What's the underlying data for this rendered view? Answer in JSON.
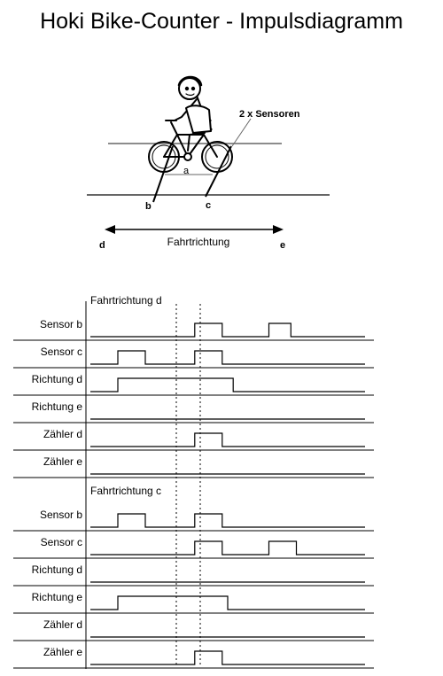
{
  "title": "Hoki Bike-Counter - Impulsdiagramm",
  "illustration": {
    "icon": "cyclist-on-bicycle-icon",
    "sensor_label": "2 x Sensoren",
    "distance_label": "a",
    "sensor_b_label": "b",
    "sensor_c_label": "c",
    "direction_left_label": "d",
    "direction_right_label": "e",
    "direction_label": "Fahrtrichtung"
  },
  "timing_diagrams": [
    {
      "heading": "Fahrtrichtung d",
      "signals": [
        {
          "label": "Sensor b",
          "pulses": [
            [
              0.38,
              0.48
            ],
            [
              0.65,
              0.73
            ]
          ]
        },
        {
          "label": "Sensor c",
          "pulses": [
            [
              0.1,
              0.2
            ],
            [
              0.38,
              0.48
            ]
          ]
        },
        {
          "label": "Richtung d",
          "pulses": [
            [
              0.1,
              0.52
            ]
          ]
        },
        {
          "label": "Richtung e",
          "pulses": []
        },
        {
          "label": "Zähler d",
          "pulses": [
            [
              0.38,
              0.48
            ]
          ]
        },
        {
          "label": "Zähler e",
          "pulses": []
        }
      ]
    },
    {
      "heading": "Fahrtrichtung c",
      "signals": [
        {
          "label": "Sensor b",
          "pulses": [
            [
              0.1,
              0.2
            ],
            [
              0.38,
              0.48
            ]
          ]
        },
        {
          "label": "Sensor c",
          "pulses": [
            [
              0.38,
              0.48
            ],
            [
              0.65,
              0.75
            ]
          ]
        },
        {
          "label": "Richtung d",
          "pulses": []
        },
        {
          "label": "Richtung e",
          "pulses": [
            [
              0.1,
              0.5
            ]
          ]
        },
        {
          "label": "Zähler d",
          "pulses": []
        },
        {
          "label": "Zähler e",
          "pulses": [
            [
              0.38,
              0.48
            ]
          ]
        }
      ]
    }
  ]
}
